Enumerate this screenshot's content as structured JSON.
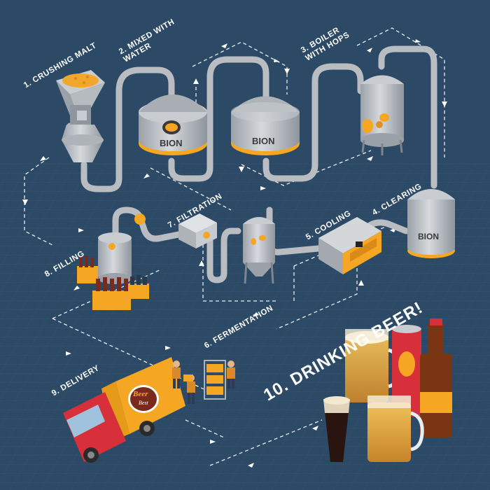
{
  "steps": {
    "crushing_malt": "1. CRUSHING MALT",
    "mixed_line1": "2. MIXED WITH",
    "mixed_line2": "WATER",
    "boiler_line1": "3. BOILER",
    "boiler_line2": "WITH HOPS",
    "clearing": "4. CLEARING",
    "cooling": "5. COOLING",
    "fermentation": "6. FERMENTATION",
    "filtration": "7. FILTRATION",
    "filling": "8. FILLING",
    "delivery": "9. DELIVERY",
    "drinking": "10. DRINKING BEER!"
  },
  "brand": {
    "tank_logo": "BION",
    "truck_logo_line1": "Beer",
    "truck_logo_line2": "Best"
  },
  "colors": {
    "background": "#2c4a66",
    "pipe": "#b9bdc2",
    "accent": "#f5a623",
    "truck": "#d8303a",
    "beer": "#e0a43b"
  }
}
